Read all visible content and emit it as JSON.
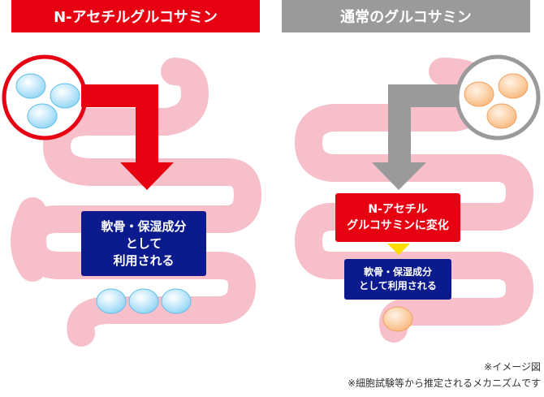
{
  "left": {
    "header": "N-アセチルグルコサミン",
    "usage": [
      "軟骨・保湿成分",
      "として",
      "利用される"
    ]
  },
  "right": {
    "header": "通常のグルコサミン",
    "convert": [
      "N-アセチル",
      "グルコサミンに変化"
    ],
    "usage": [
      "軟骨・保湿成分",
      "として利用される"
    ]
  },
  "notes": [
    "※イメージ図",
    "※細胞試験等から推定されるメカニズムです"
  ],
  "colors": {
    "red": "#e60012",
    "gray": "#9a9a9a",
    "navy": "#0b1a8c",
    "intestine": "#f6bfca",
    "blue_ball": "#b9e6fa",
    "orange_ball": "#fcd3a8",
    "yellow": "#ffdc00"
  }
}
